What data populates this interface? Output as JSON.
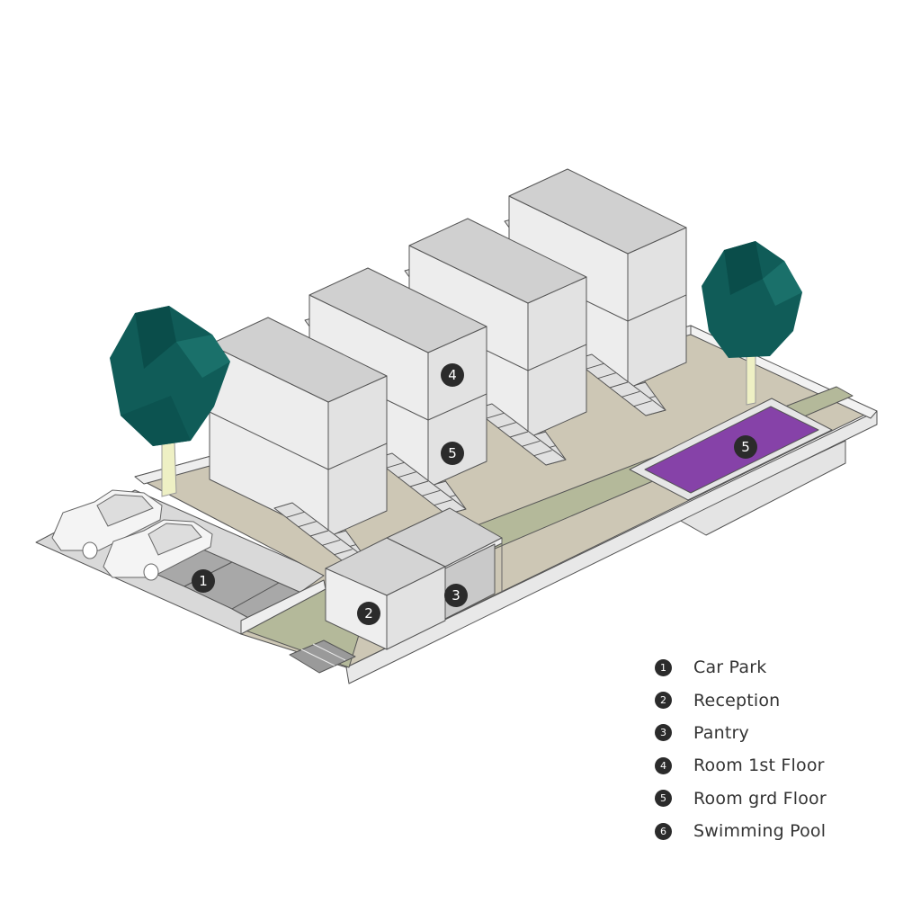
{
  "markers": {
    "car_park": "1",
    "reception": "2",
    "pantry": "3",
    "room_1st_floor": "4",
    "room_grd_floor": "5",
    "pool": "5"
  },
  "legend": [
    {
      "num": "1",
      "label": "Car Park"
    },
    {
      "num": "2",
      "label": "Reception"
    },
    {
      "num": "3",
      "label": "Pantry"
    },
    {
      "num": "4",
      "label": "Room 1st Floor"
    },
    {
      "num": "5",
      "label": "Room grd Floor"
    },
    {
      "num": "6",
      "label": "Swimming Pool"
    }
  ],
  "colors": {
    "tree": "#105c58",
    "pool": "#8642a8",
    "ground": "#cdc7b5",
    "path": "#b4b99a",
    "building": "#e6e6e6"
  }
}
